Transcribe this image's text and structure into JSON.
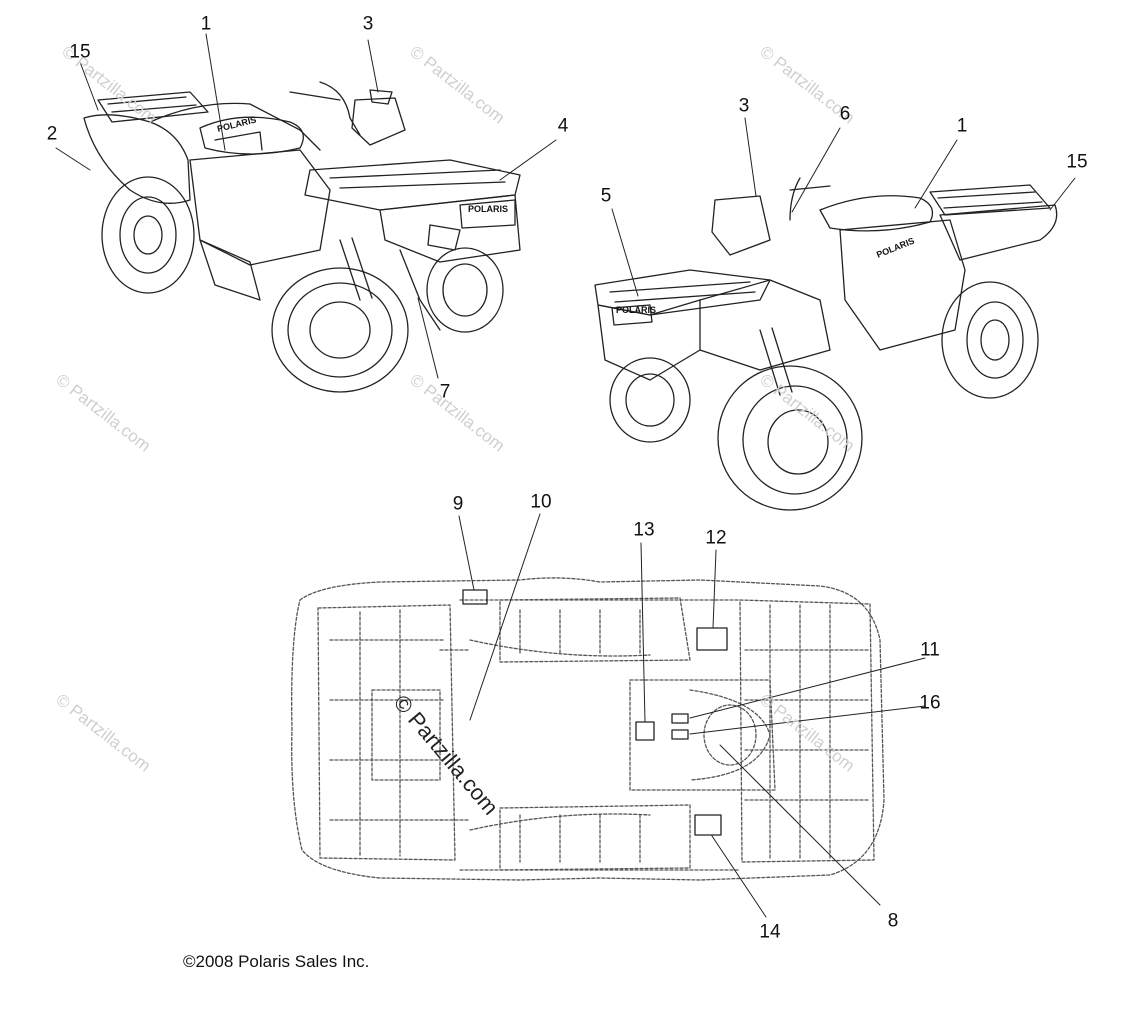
{
  "diagram": {
    "copyright": "©2008 Polaris Sales Inc.",
    "watermark_text": "© Partzilla.com",
    "watermark_center_text": "© Partzilla.com",
    "vehicle_brand_decal": "POLARIS",
    "callouts": {
      "c1_left": "1",
      "c2": "2",
      "c3_left": "3",
      "c4": "4",
      "c7": "7",
      "c15_left": "15",
      "c3_right": "3",
      "c6": "6",
      "c1_right": "1",
      "c15_right": "15",
      "c5": "5",
      "c9": "9",
      "c10": "10",
      "c13": "13",
      "c12": "12",
      "c11": "11",
      "c16": "16",
      "c8": "8",
      "c14": "14"
    }
  }
}
